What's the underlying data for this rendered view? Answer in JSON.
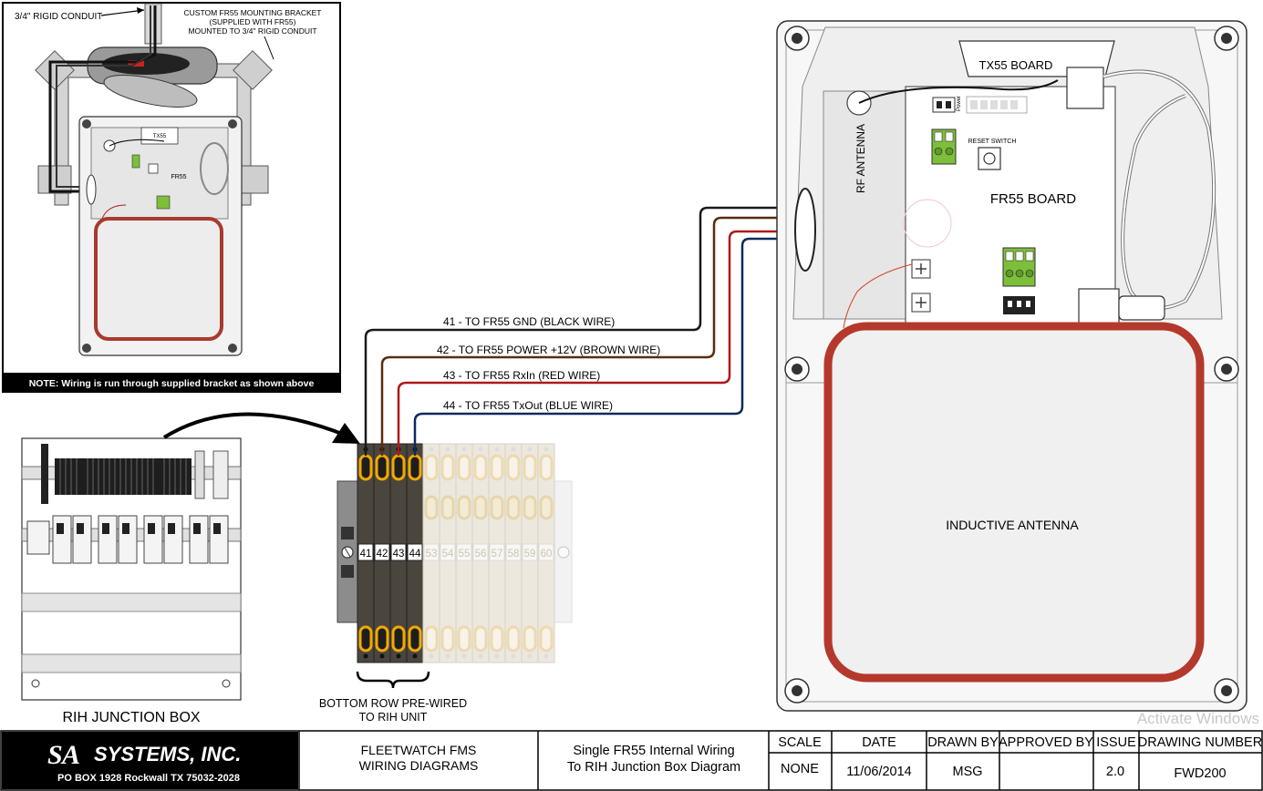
{
  "inset": {
    "conduit_label": "3/4\" RIGID CONDUIT",
    "bracket_label": [
      "CUSTOM FR55 MOUNTING BRACKET",
      "(SUPPLIED WITH FR55)",
      "MOUNTED TO 3/4\" RIGID CONDUIT"
    ],
    "tx55_small": "TX55",
    "fr55_small": "FR55",
    "note": "NOTE: Wiring is run through supplied bracket as shown above"
  },
  "junction_box": {
    "caption": "RIH JUNCTION BOX"
  },
  "terminal_strip": {
    "terminals": [
      "41",
      "42",
      "43",
      "44",
      "53",
      "54",
      "55",
      "56",
      "57",
      "58",
      "59",
      "60"
    ],
    "caption": [
      "BOTTOM ROW PRE-WIRED",
      "TO RIH UNIT"
    ]
  },
  "wires": [
    {
      "label": "41 - TO FR55 GND (BLACK WIRE)",
      "color": "#1a1a1a"
    },
    {
      "label": "42 - TO FR55 POWER +12V (BROWN WIRE)",
      "color": "#5a2d0c"
    },
    {
      "label": "43 - TO FR55 RxIn (RED WIRE)",
      "color": "#b01818"
    },
    {
      "label": "44 - TO FR55 TxOut (BLUE WIRE)",
      "color": "#0d2a5c"
    }
  ],
  "enclosure": {
    "tx55_board": "TX55 BOARD",
    "rf_antenna": "RF ANTENNA",
    "power_label": "Power",
    "reset_switch": "RESET SWITCH",
    "fr55_board": "FR55 BOARD",
    "inductive_antenna": "INDUCTIVE ANTENNA",
    "antenna_color": "#b4392c"
  },
  "title_block": {
    "company": "SYSTEMS, INC.",
    "company_address": "PO BOX 1928   Rockwall TX 75032-2028",
    "project_line1": "FLEETWATCH FMS",
    "project_line2": "WIRING DIAGRAMS",
    "description_line1": "Single FR55 Internal Wiring",
    "description_line2": "To RIH Junction Box Diagram",
    "headers": {
      "scale": "SCALE",
      "date": "DATE",
      "drawn_by": "DRAWN BY",
      "approved_by": "APPROVED BY",
      "issue": "ISSUE",
      "drawing_number": "DRAWING NUMBER"
    },
    "values": {
      "scale": "NONE",
      "date": "11/06/2014",
      "drawn_by": "MSG",
      "approved_by": "",
      "issue": "2.0",
      "drawing_number": "FWD200"
    }
  },
  "watermark": "Activate Windows"
}
